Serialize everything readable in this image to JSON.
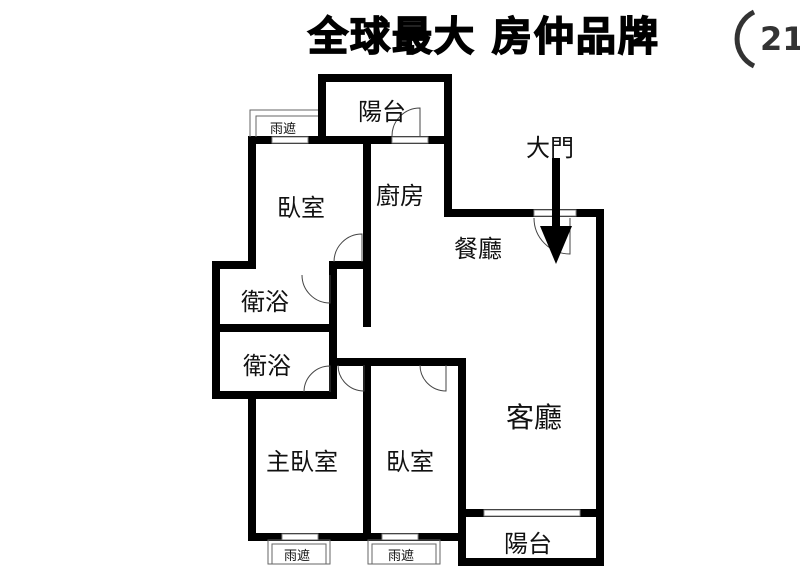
{
  "banner": {
    "slogan": "全球最大 房仲品牌",
    "logo_text": "21"
  },
  "rooms": {
    "balcony_top": "陽台",
    "bedroom_top": "臥室",
    "kitchen": "廚房",
    "dining": "餐廳",
    "bath_1": "衛浴",
    "bath_2": "衛浴",
    "living": "客廳",
    "master_bedroom": "主臥室",
    "bedroom_bottom": "臥室",
    "balcony_bottom": "陽台"
  },
  "labels": {
    "main_door": "大門",
    "rain_shelter_top": "雨遮",
    "rain_shelter_bottom_1": "雨遮",
    "rain_shelter_bottom_2": "雨遮"
  }
}
